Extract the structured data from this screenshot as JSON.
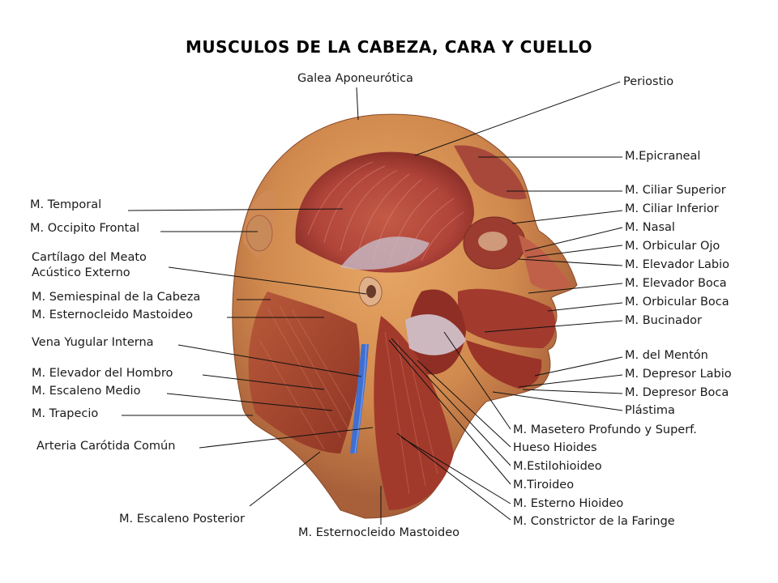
{
  "title": "MUSCULOS DE LA CABEZA, CARA Y CUELLO",
  "colors": {
    "muscle": "#b0442e",
    "skin": "#d9955a",
    "vein": "#3f6fd0",
    "tendon": "#c9b8c0"
  },
  "labels": {
    "galea": "Galea Aponeurótica",
    "periostio": "Periostio",
    "epicraneal": "M.Epicraneal",
    "ciliar_superior": "M. Ciliar Superior",
    "ciliar_inferior": "M. Ciliar Inferior",
    "nasal": "M. Nasal",
    "orbicular_ojo": "M. Orbicular Ojo",
    "elevador_labio": "M. Elevador Labio",
    "elevador_boca": "M. Elevador Boca",
    "orbicular_boca": "M. Orbicular Boca",
    "bucinador": "M. Bucinador",
    "menton": "M. del Mentón",
    "depresor_labio": "M. Depresor Labio",
    "depresor_boca": "M. Depresor Boca",
    "plastima": "Plástima",
    "masetero": "M. Masetero Profundo y Superf.",
    "hioides": "Hueso Hioides",
    "estilohioideo": "M.Estilohioideo",
    "tiroideo": "M.Tiroideo",
    "esterno_hioideo": "M. Esterno Hioideo",
    "constrictor": "M. Constrictor de la Faringe",
    "temporal": "M. Temporal",
    "occipito": "M. Occipito Frontal",
    "cartilago_1": "Cartílago del Meato",
    "cartilago_2": "Acústico Externo",
    "semiespinal": "M. Semiespinal de la Cabeza",
    "esternocleido_l": "M. Esternocleido Mastoideo",
    "yugular": "Vena Yugular Interna",
    "elevador_hombro": "M. Elevador del Hombro",
    "escaleno_medio": "M. Escaleno Medio",
    "trapecio": "M. Trapecio",
    "carotida": "Arteria Carótida Común",
    "escaleno_posterior": "M. Escaleno Posterior",
    "esternocleido_b": "M. Esternocleido Mastoideo"
  }
}
